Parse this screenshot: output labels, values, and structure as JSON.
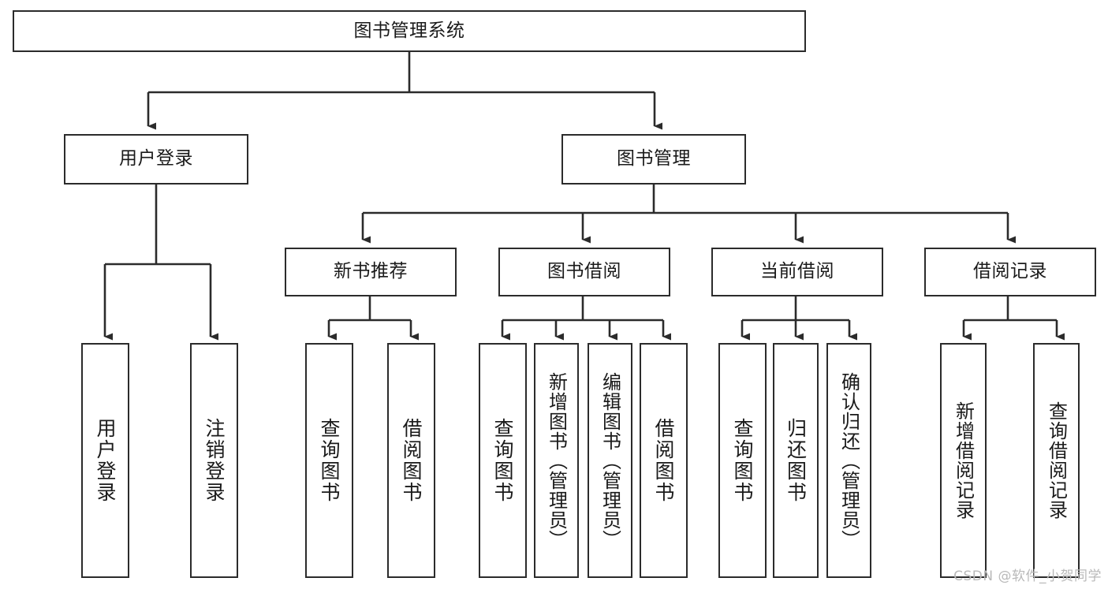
{
  "title": "图书管理系统",
  "watermark": "CSDN @软件_小贺同学",
  "colors": {
    "stroke": "#2b2b2b",
    "fill": "#ffffff",
    "text": "#1a1a1a",
    "watermark": "#b9b9b9"
  },
  "nodes": {
    "root": "图书管理系统",
    "user_login": "用户登录",
    "book_manage": "图书管理",
    "new_book_rec": "新书推荐",
    "book_borrow": "图书借阅",
    "current_borrow": "当前借阅",
    "borrow_record": "借阅记录",
    "leaf_user_login": "用户登录",
    "leaf_logout": "注销登录",
    "leaf_query_book_1": "查询图书",
    "leaf_borrow_book_1": "借阅图书",
    "leaf_query_book_2": "查询图书",
    "leaf_add_book_admin": "新增图书（管理员）",
    "leaf_edit_book_admin": "编辑图书（管理员）",
    "leaf_borrow_book_2": "借阅图书",
    "leaf_query_book_3": "查询图书",
    "leaf_return_book": "归还图书",
    "leaf_confirm_return_admin": "确认归还（管理员）",
    "leaf_add_record": "新增借阅记录",
    "leaf_query_record": "查询借阅记录"
  },
  "hierarchy": {
    "level1": [
      "图书管理系统"
    ],
    "level2": [
      "用户登录",
      "图书管理"
    ],
    "level3": [
      "新书推荐",
      "图书借阅",
      "当前借阅",
      "借阅记录"
    ],
    "edges": [
      [
        "图书管理系统",
        "用户登录"
      ],
      [
        "图书管理系统",
        "图书管理"
      ],
      [
        "图书管理",
        "新书推荐"
      ],
      [
        "图书管理",
        "图书借阅"
      ],
      [
        "图书管理",
        "当前借阅"
      ],
      [
        "图书管理",
        "借阅记录"
      ],
      [
        "用户登录",
        "用户登录"
      ],
      [
        "用户登录",
        "注销登录"
      ],
      [
        "新书推荐",
        "查询图书"
      ],
      [
        "新书推荐",
        "借阅图书"
      ],
      [
        "图书借阅",
        "查询图书"
      ],
      [
        "图书借阅",
        "新增图书（管理员）"
      ],
      [
        "图书借阅",
        "编辑图书（管理员）"
      ],
      [
        "图书借阅",
        "借阅图书"
      ],
      [
        "当前借阅",
        "查询图书"
      ],
      [
        "当前借阅",
        "归还图书"
      ],
      [
        "当前借阅",
        "确认归还（管理员）"
      ],
      [
        "借阅记录",
        "新增借阅记录"
      ],
      [
        "借阅记录",
        "查询借阅记录"
      ]
    ]
  }
}
